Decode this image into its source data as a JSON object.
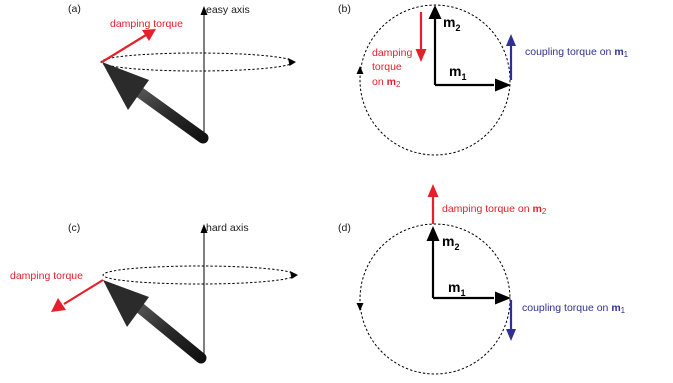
{
  "panels": {
    "a": {
      "label": "(a)",
      "axis_label": "easy axis",
      "damping": "damping torque"
    },
    "b": {
      "label": "(b)",
      "m2_main": "m",
      "m2_sub": "2",
      "m1_main": "m",
      "m1_sub": "1",
      "damping_line1": "damping",
      "damping_line2": "torque",
      "damping_line3_prefix": "on ",
      "damping_line3_vec": "m",
      "damping_line3_sub": "2",
      "coupling_prefix": "coupling torque on ",
      "coupling_vec": "m",
      "coupling_sub": "1"
    },
    "c": {
      "label": "(c)",
      "axis_label": "hard axis",
      "damping": "damping torque"
    },
    "d": {
      "label": "(d)",
      "m2_main": "m",
      "m2_sub": "2",
      "m1_main": "m",
      "m1_sub": "1",
      "damping_prefix": "damping torque on ",
      "damping_vec": "m",
      "damping_sub": "2",
      "coupling_prefix": "coupling torque on ",
      "coupling_vec": "m",
      "coupling_sub": "1"
    }
  },
  "colors": {
    "damping": "#e5202a",
    "coupling": "#2e3192",
    "magnet": "#2b2b2b"
  }
}
